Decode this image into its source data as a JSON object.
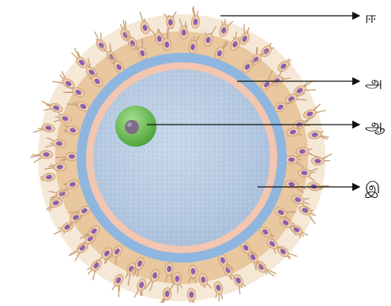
{
  "figure": {
    "subject": "ovum-with-corona-radiata",
    "labels": [
      {
        "id": "top",
        "text": "ஈ"
      },
      {
        "id": "a",
        "text": "அ"
      },
      {
        "id": "aa",
        "text": "ஆ"
      },
      {
        "id": "i",
        "text": "இ"
      }
    ]
  },
  "colors": {
    "corona": "#e9c79f",
    "cell_fill": "#f0cda8",
    "cell_stroke": "#c9a27c",
    "nucleus": "#8b5fb2",
    "zona": "#8fb6df",
    "perivitelline": "#f2c6b0",
    "ooplasm": "#b9cde4",
    "germinal_vesicle": "#6fc35c",
    "nucleolus": "#7d6e87",
    "leader": "#111111"
  }
}
